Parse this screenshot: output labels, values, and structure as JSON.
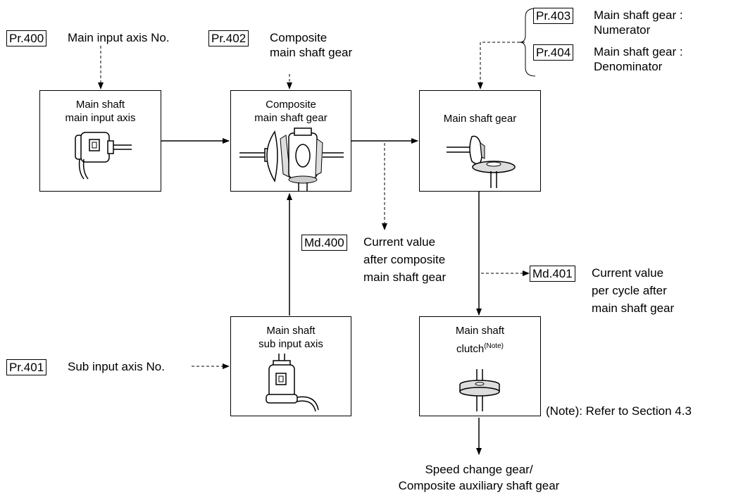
{
  "params": {
    "pr400": {
      "code": "Pr.400",
      "label": "Main input axis No."
    },
    "pr401": {
      "code": "Pr.401",
      "label": "Sub input axis No."
    },
    "pr402": {
      "code": "Pr.402",
      "label_line1": "Composite",
      "label_line2": "main shaft gear"
    },
    "pr403": {
      "code": "Pr.403",
      "label_line1": "Main shaft gear :",
      "label_line2": "Numerator"
    },
    "pr404": {
      "code": "Pr.404",
      "label_line1": "Main shaft gear :",
      "label_line2": "Denominator"
    }
  },
  "monitors": {
    "md400": {
      "code": "Md.400",
      "line1": "Current value",
      "line2": "after composite",
      "line3": "main shaft gear"
    },
    "md401": {
      "code": "Md.401",
      "line1": "Current value",
      "line2": "per cycle after",
      "line3": "main shaft gear"
    }
  },
  "blocks": {
    "main_input": {
      "line1": "Main shaft",
      "line2": "main input axis"
    },
    "composite": {
      "line1": "Composite",
      "line2": "main shaft gear"
    },
    "main_gear": {
      "line1": "Main shaft gear"
    },
    "sub_input": {
      "line1": "Main shaft",
      "line2": "sub input axis"
    },
    "clutch": {
      "line1": "Main shaft",
      "line2": "clutch",
      "sup": "(Note)"
    }
  },
  "note": "(Note): Refer to Section 4.3",
  "output": {
    "line1": "Speed change gear/",
    "line2": "Composite auxiliary shaft gear"
  }
}
